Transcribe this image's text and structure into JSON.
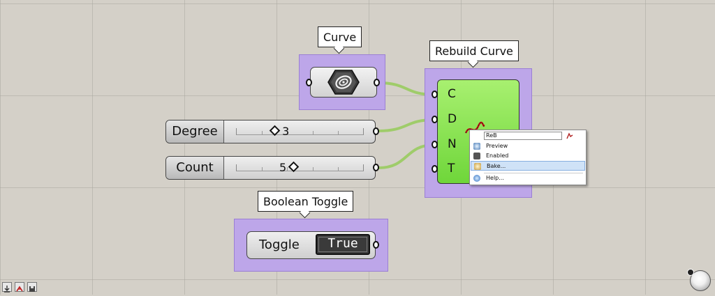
{
  "canvas": {
    "background": "#d4d0c8",
    "group_color": "#bda6e9",
    "wire_color": "#9fcc6a"
  },
  "curve_param": {
    "callout": "Curve",
    "icon": "curve-hex-icon"
  },
  "rebuild": {
    "callout": "Rebuild Curve",
    "inputs": [
      "C",
      "D",
      "N",
      "T"
    ],
    "body_color": "#7edc45"
  },
  "sliders": {
    "degree": {
      "label": "Degree",
      "value": "3"
    },
    "count": {
      "label": "Count",
      "value": "5"
    }
  },
  "toggle": {
    "callout": "Boolean Toggle",
    "label": "Toggle",
    "value": "True"
  },
  "context_menu": {
    "name_field": "ReB",
    "items": [
      {
        "label": "Preview",
        "icon": "preview-icon"
      },
      {
        "label": "Enabled",
        "icon": "enabled-icon"
      },
      {
        "label": "Bake...",
        "icon": "bake-icon"
      },
      {
        "label": "Help...",
        "icon": "help-icon"
      }
    ]
  },
  "taskbar": {
    "icons": [
      "download-icon",
      "grasshopper-icon",
      "save-icon"
    ]
  },
  "nav": {
    "icon": "navigation-disc-icon"
  }
}
